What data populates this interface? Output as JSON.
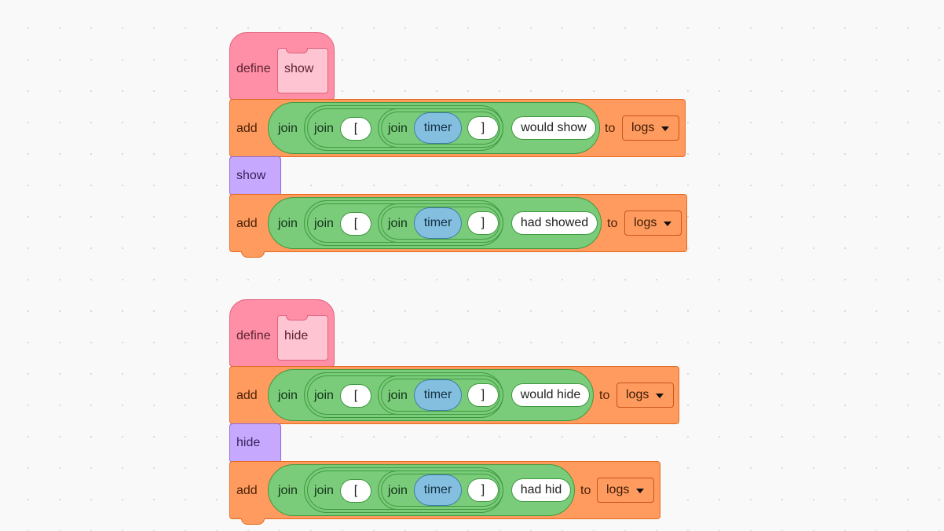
{
  "scripts": [
    {
      "define_label": "define",
      "proc_name": "show",
      "add1": {
        "label": "add",
        "join": "join",
        "bracket_open": "[",
        "timer": "timer",
        "bracket_close": "]",
        "message": "would show",
        "to": "to",
        "list": "logs"
      },
      "call": "show",
      "add2": {
        "label": "add",
        "join": "join",
        "bracket_open": "[",
        "timer": "timer",
        "bracket_close": "]",
        "message": "had showed",
        "to": "to",
        "list": "logs"
      }
    },
    {
      "define_label": "define",
      "proc_name": "hide",
      "add1": {
        "label": "add",
        "join": "join",
        "bracket_open": "[",
        "timer": "timer",
        "bracket_close": "]",
        "message": "would hide",
        "to": "to",
        "list": "logs"
      },
      "call": "hide",
      "add2": {
        "label": "add",
        "join": "join",
        "bracket_open": "[",
        "timer": "timer",
        "bracket_close": "]",
        "message": "had hid",
        "to": "to",
        "list": "logs"
      }
    }
  ],
  "colors": {
    "define_block": "#ff8fa6",
    "list_block": "#ff9b5e",
    "operator_block": "#7acc7a",
    "sensing_block": "#85bfe0",
    "custom_block": "#c7a8ff"
  }
}
